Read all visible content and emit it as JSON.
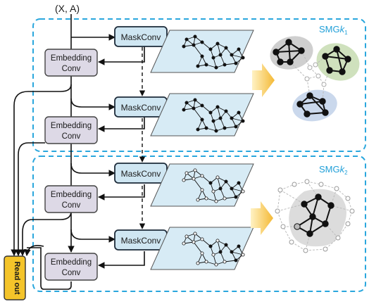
{
  "input_label": "(X, A)",
  "maskconv_label": "MaskConv",
  "embedding_label_line1": "Embedding",
  "embedding_label_line2": "Conv",
  "readout_label": "Read out",
  "groups": [
    {
      "label_main": "SMG",
      "label_sub": "k",
      "label_subsub": "1"
    },
    {
      "label_main": "SMG",
      "label_sub": "k",
      "label_subsub": "2"
    }
  ],
  "colors": {
    "dashed_border": "#2aa7dd",
    "maskconv_fill": "#cfe6f2",
    "embedding_fill": "#ddd9e6",
    "readout_fill": "#f4c42a",
    "graph_plane_fill": "#d7ebf5",
    "big_arrow": "#f7c44a",
    "cluster_gray": "#cfcfcf",
    "cluster_green": "#cfe1bd",
    "cluster_blue": "#cad8ec"
  }
}
